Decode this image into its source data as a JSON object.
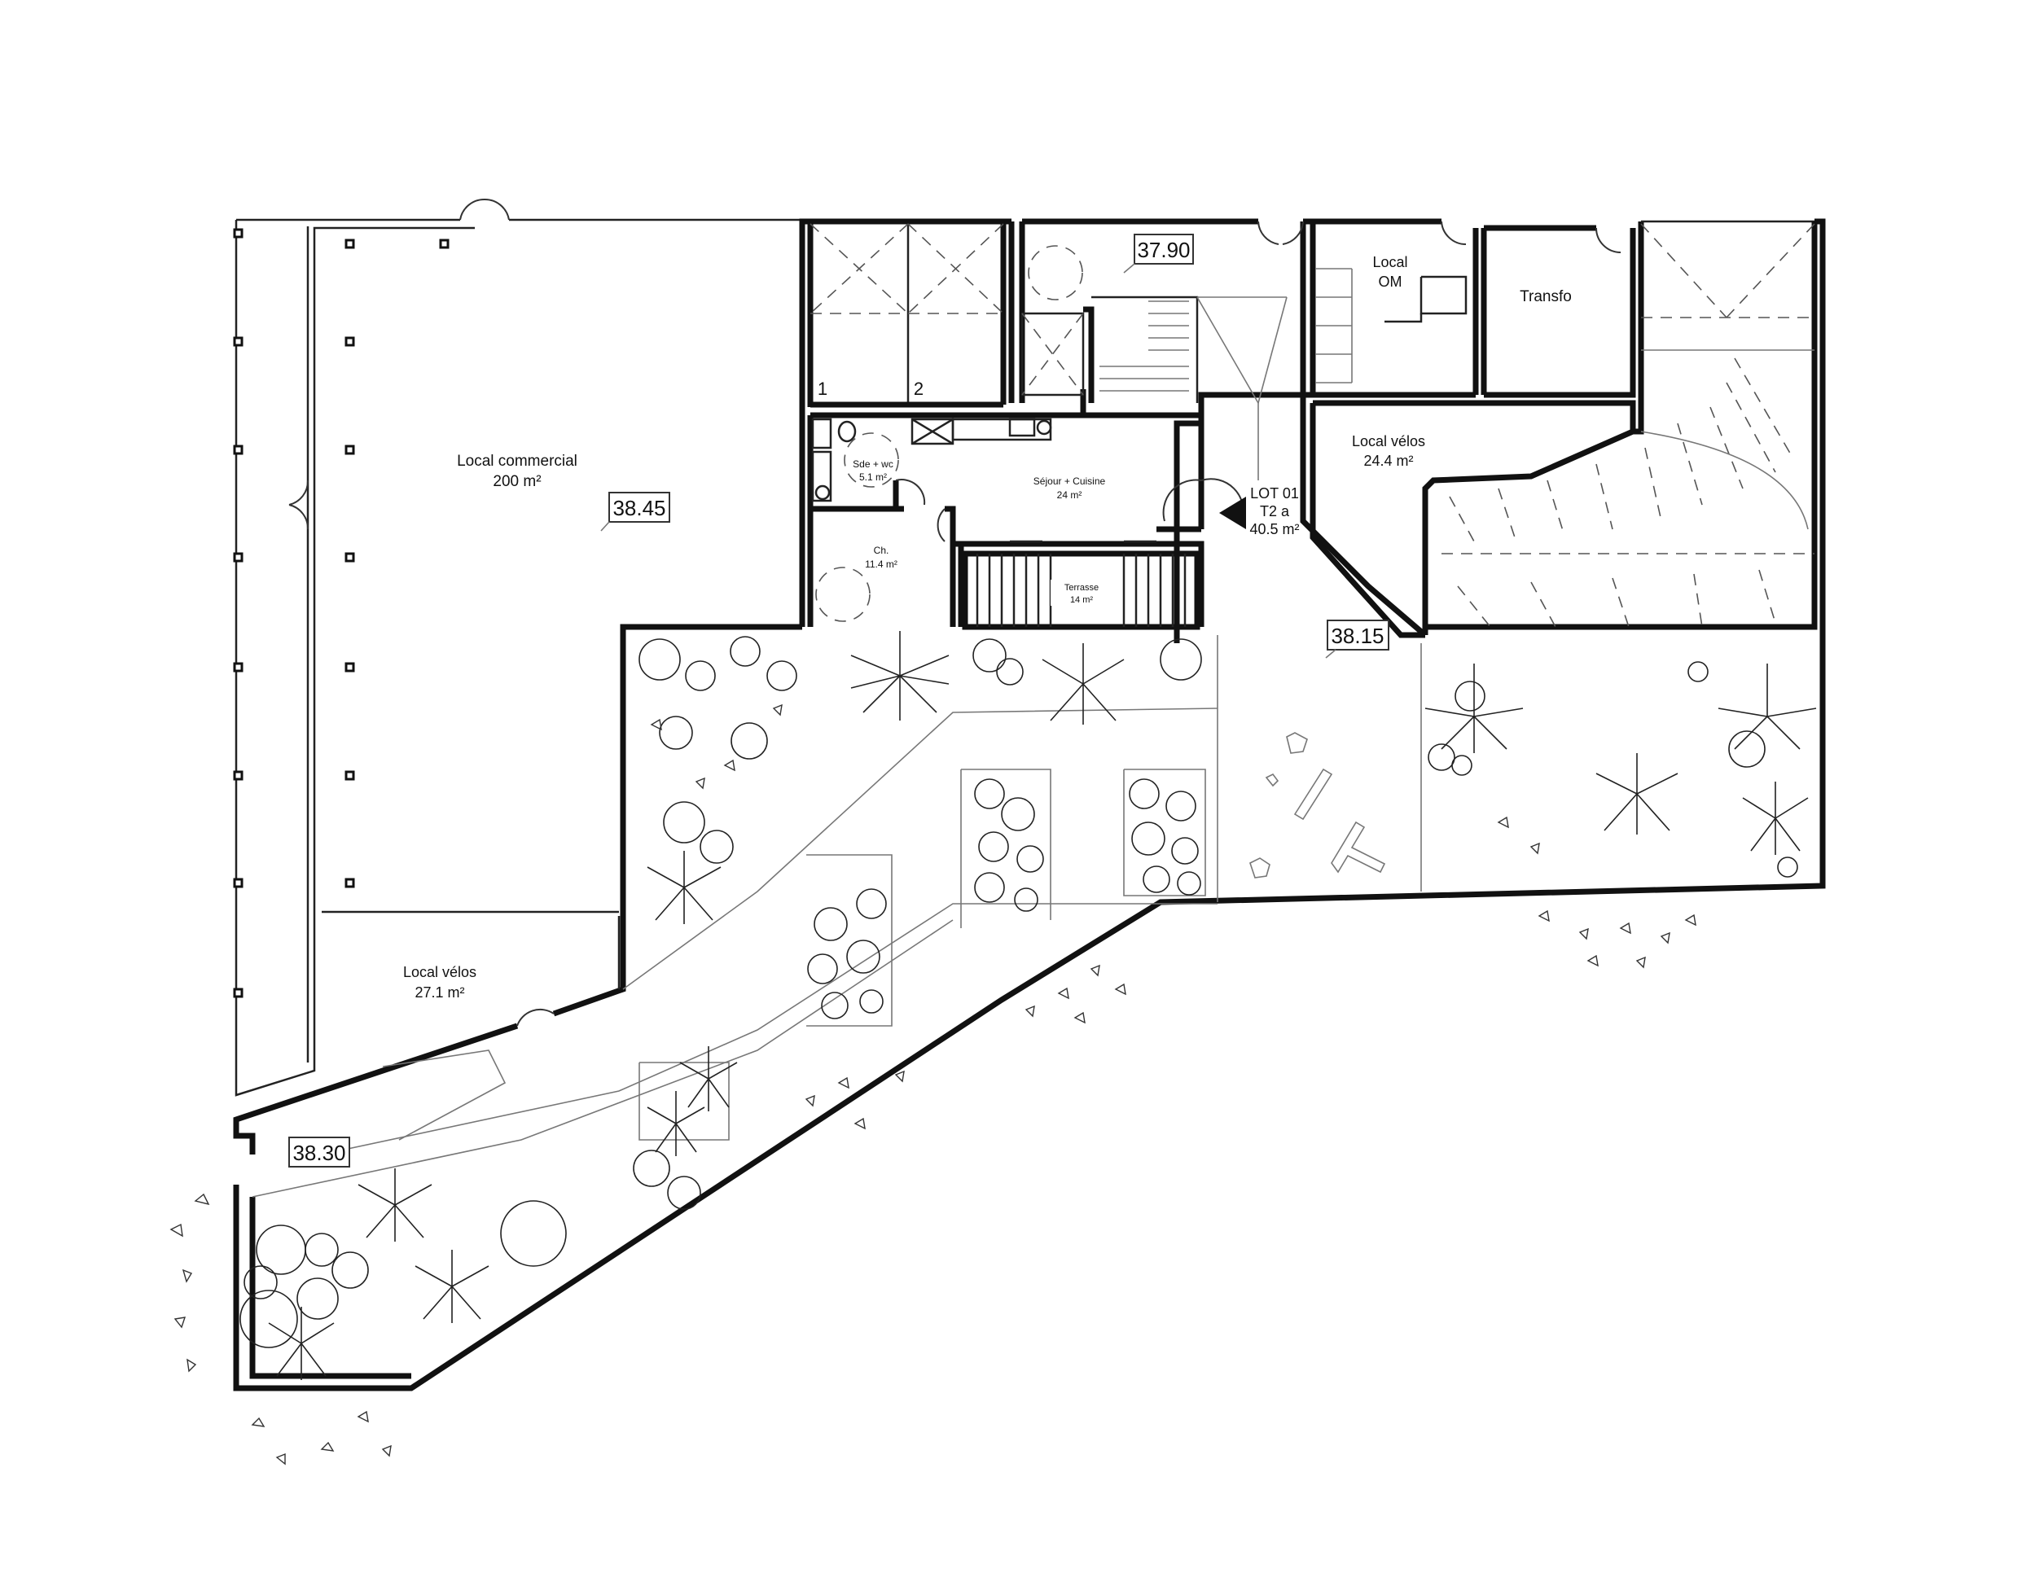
{
  "rooms": {
    "local_commercial": {
      "name": "Local commercial",
      "area": "200 m²"
    },
    "local_velos_west": {
      "name": "Local vélos",
      "area": "27.1 m²"
    },
    "sde_wc": {
      "name": "Sde + wc",
      "area": "5.1 m²"
    },
    "chambre": {
      "name": "Ch.",
      "area": "11.4 m²"
    },
    "sejour_cuisine": {
      "name": "Séjour + Cuisine",
      "area": "24 m²"
    },
    "terrasse": {
      "name": "Terrasse",
      "area": "14 m²"
    },
    "local_om": {
      "name": "Local",
      "name2": "OM"
    },
    "transfo": {
      "name": "Transfo"
    },
    "local_velos_east": {
      "name": "Local vélos",
      "area": "24.4 m²"
    }
  },
  "lot": {
    "line1": "LOT 01",
    "line2": "T2 a",
    "line3": "40.5 m²"
  },
  "parking_numbers": [
    "1",
    "2"
  ],
  "levels": {
    "commercial": "38.45",
    "hall": "37.90",
    "courtyard": "38.15",
    "garden": "38.30"
  }
}
